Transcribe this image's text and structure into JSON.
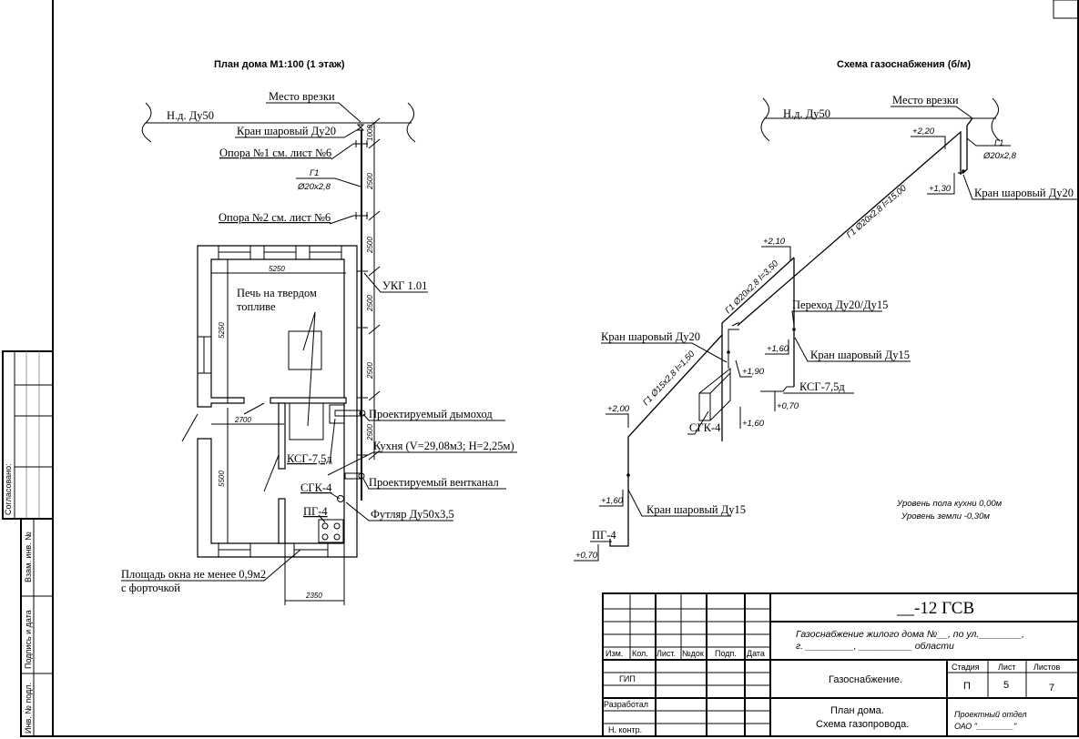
{
  "plan": {
    "title": "План дома М1:100 (1 этаж)",
    "main_pipe": "Н.д. Ду50",
    "tap_point": "Место врезки",
    "valve": "Кран шаровый Ду20",
    "support1": "Опора №1 см. лист №6",
    "support2": "Опора №2 см. лист №6",
    "pipe_code": "Г1",
    "pipe_size": "Ø20x2,8",
    "ukg": "УКГ 1.01",
    "stove_solid": [
      "Печь на твердом",
      "топливе"
    ],
    "chimney": "Проектируемый дымоход",
    "kitchen": "Кухня (V=29,08м3; Н=2,25м)",
    "boiler": "КСГ-7,5д",
    "vent": "Проектируемый вентканал",
    "meter": "СГК-4",
    "sleeve": "Футляр Ду50х3,5",
    "gas_stove": "ПГ-4",
    "window_note": [
      "Площадь окна не менее 0,9м2",
      "с форточкой"
    ],
    "dims": {
      "d1000": "1000",
      "d2500": "2500",
      "w5250": "5250",
      "h5250": "5250",
      "w2700": "2700",
      "h5500": "5500",
      "w2350": "2350"
    }
  },
  "scheme": {
    "title": "Схема газоснабжения (б/м)",
    "main_pipe": "Н.д. Ду50",
    "tap_point": "Место врезки",
    "pipe_code": "Г1",
    "pipe_size": "Ø20x2,8",
    "seg1": "Г1 Ø20х2,8 l=15,00",
    "seg2": "Г1 Ø20х2,8 l=3,50",
    "seg3": "Г1 Ø15х2,8 l=1,50",
    "valve_du20_top": "Кран шаровый Ду20",
    "valve_du20": "Кран шаровый Ду20",
    "valve_du15_a": "Кран шаровый Ду15",
    "valve_du15_b": "Кран шаровый Ду15",
    "reducer": "Переход Ду20/Ду15",
    "boiler": "КСГ-7,5д",
    "meter": "СГК-4",
    "gas_stove": "ПГ-4",
    "levels": {
      "l220": "+2,20",
      "l130": "+1,30",
      "l210": "+2,10",
      "l190": "+1,90",
      "l160a": "+1,60",
      "l160b": "+1,60",
      "l160c": "+1,60",
      "l070a": "+0,70",
      "l070b": "+0,70",
      "l200": "+2,00"
    },
    "note": [
      "Уровень пола кухни 0,00м",
      "Уровень земли -0,30м"
    ]
  },
  "stamp": {
    "agreed": "Согласовано:",
    "replace_inv": "Взам. инв. №",
    "sign_date": "Подпись и дата",
    "inv_orig": "Инв. № подл."
  },
  "title_block": {
    "code": "__-12 ГСВ",
    "description": [
      "Газоснабжение жилого дома №__, по ул.________,",
      "г. _________, __________ области"
    ],
    "headers": [
      "Изм.",
      "Кол.",
      "Лист.",
      "№док",
      "Подп.",
      "Дата"
    ],
    "roles": [
      "ГИП",
      "Разработал",
      "Н. контр."
    ],
    "section": "Газоснабжение.",
    "sheet_title": [
      "План дома.",
      "Схема газопровода."
    ],
    "stage_label": "Стадия",
    "sheet_label": "Лист",
    "sheets_label": "Листов",
    "stage": "П",
    "sheet": "5",
    "sheets": "7",
    "org": [
      "Проектный отдел",
      "ОАО \"________\""
    ]
  }
}
